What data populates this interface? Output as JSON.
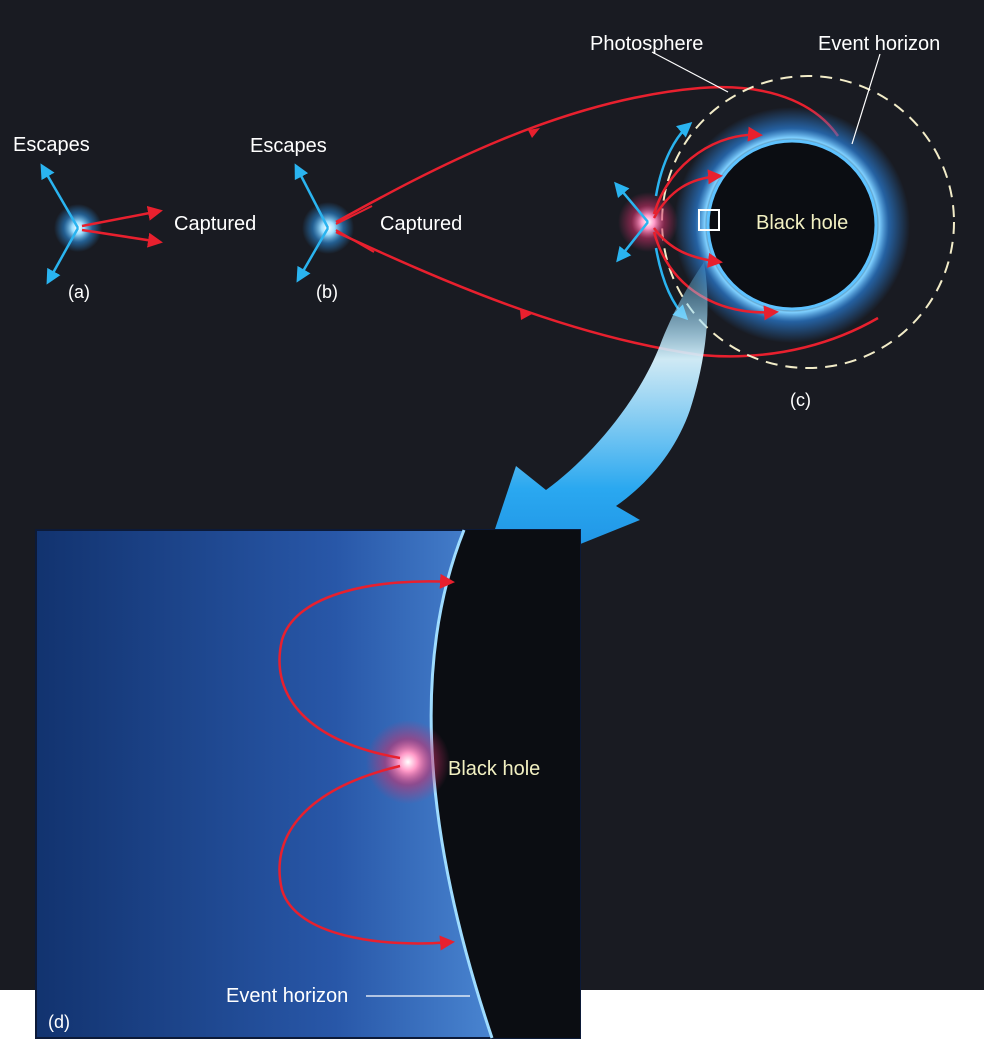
{
  "labels": {
    "a_escapes": "Escapes",
    "a_captured": "Captured",
    "a_tag": "(a)",
    "b_escapes": "Escapes",
    "b_captured": "Captured",
    "b_tag": "(b)",
    "photosphere": "Photosphere",
    "event_horizon_top": "Event horizon",
    "black_hole_c": "Black hole",
    "c_tag": "(c)",
    "black_hole_d": "Black hole",
    "event_horizon_d": "Event horizon",
    "d_tag": "(d)"
  },
  "colors": {
    "background": "#191b22",
    "photon_path": "#e8202e",
    "escape_arrow": "#2ab4f0",
    "horizon_glow": "#4fb4ff",
    "photosphere_dash": "#f2ecc8",
    "inset_bg": "#1a3f88"
  }
}
